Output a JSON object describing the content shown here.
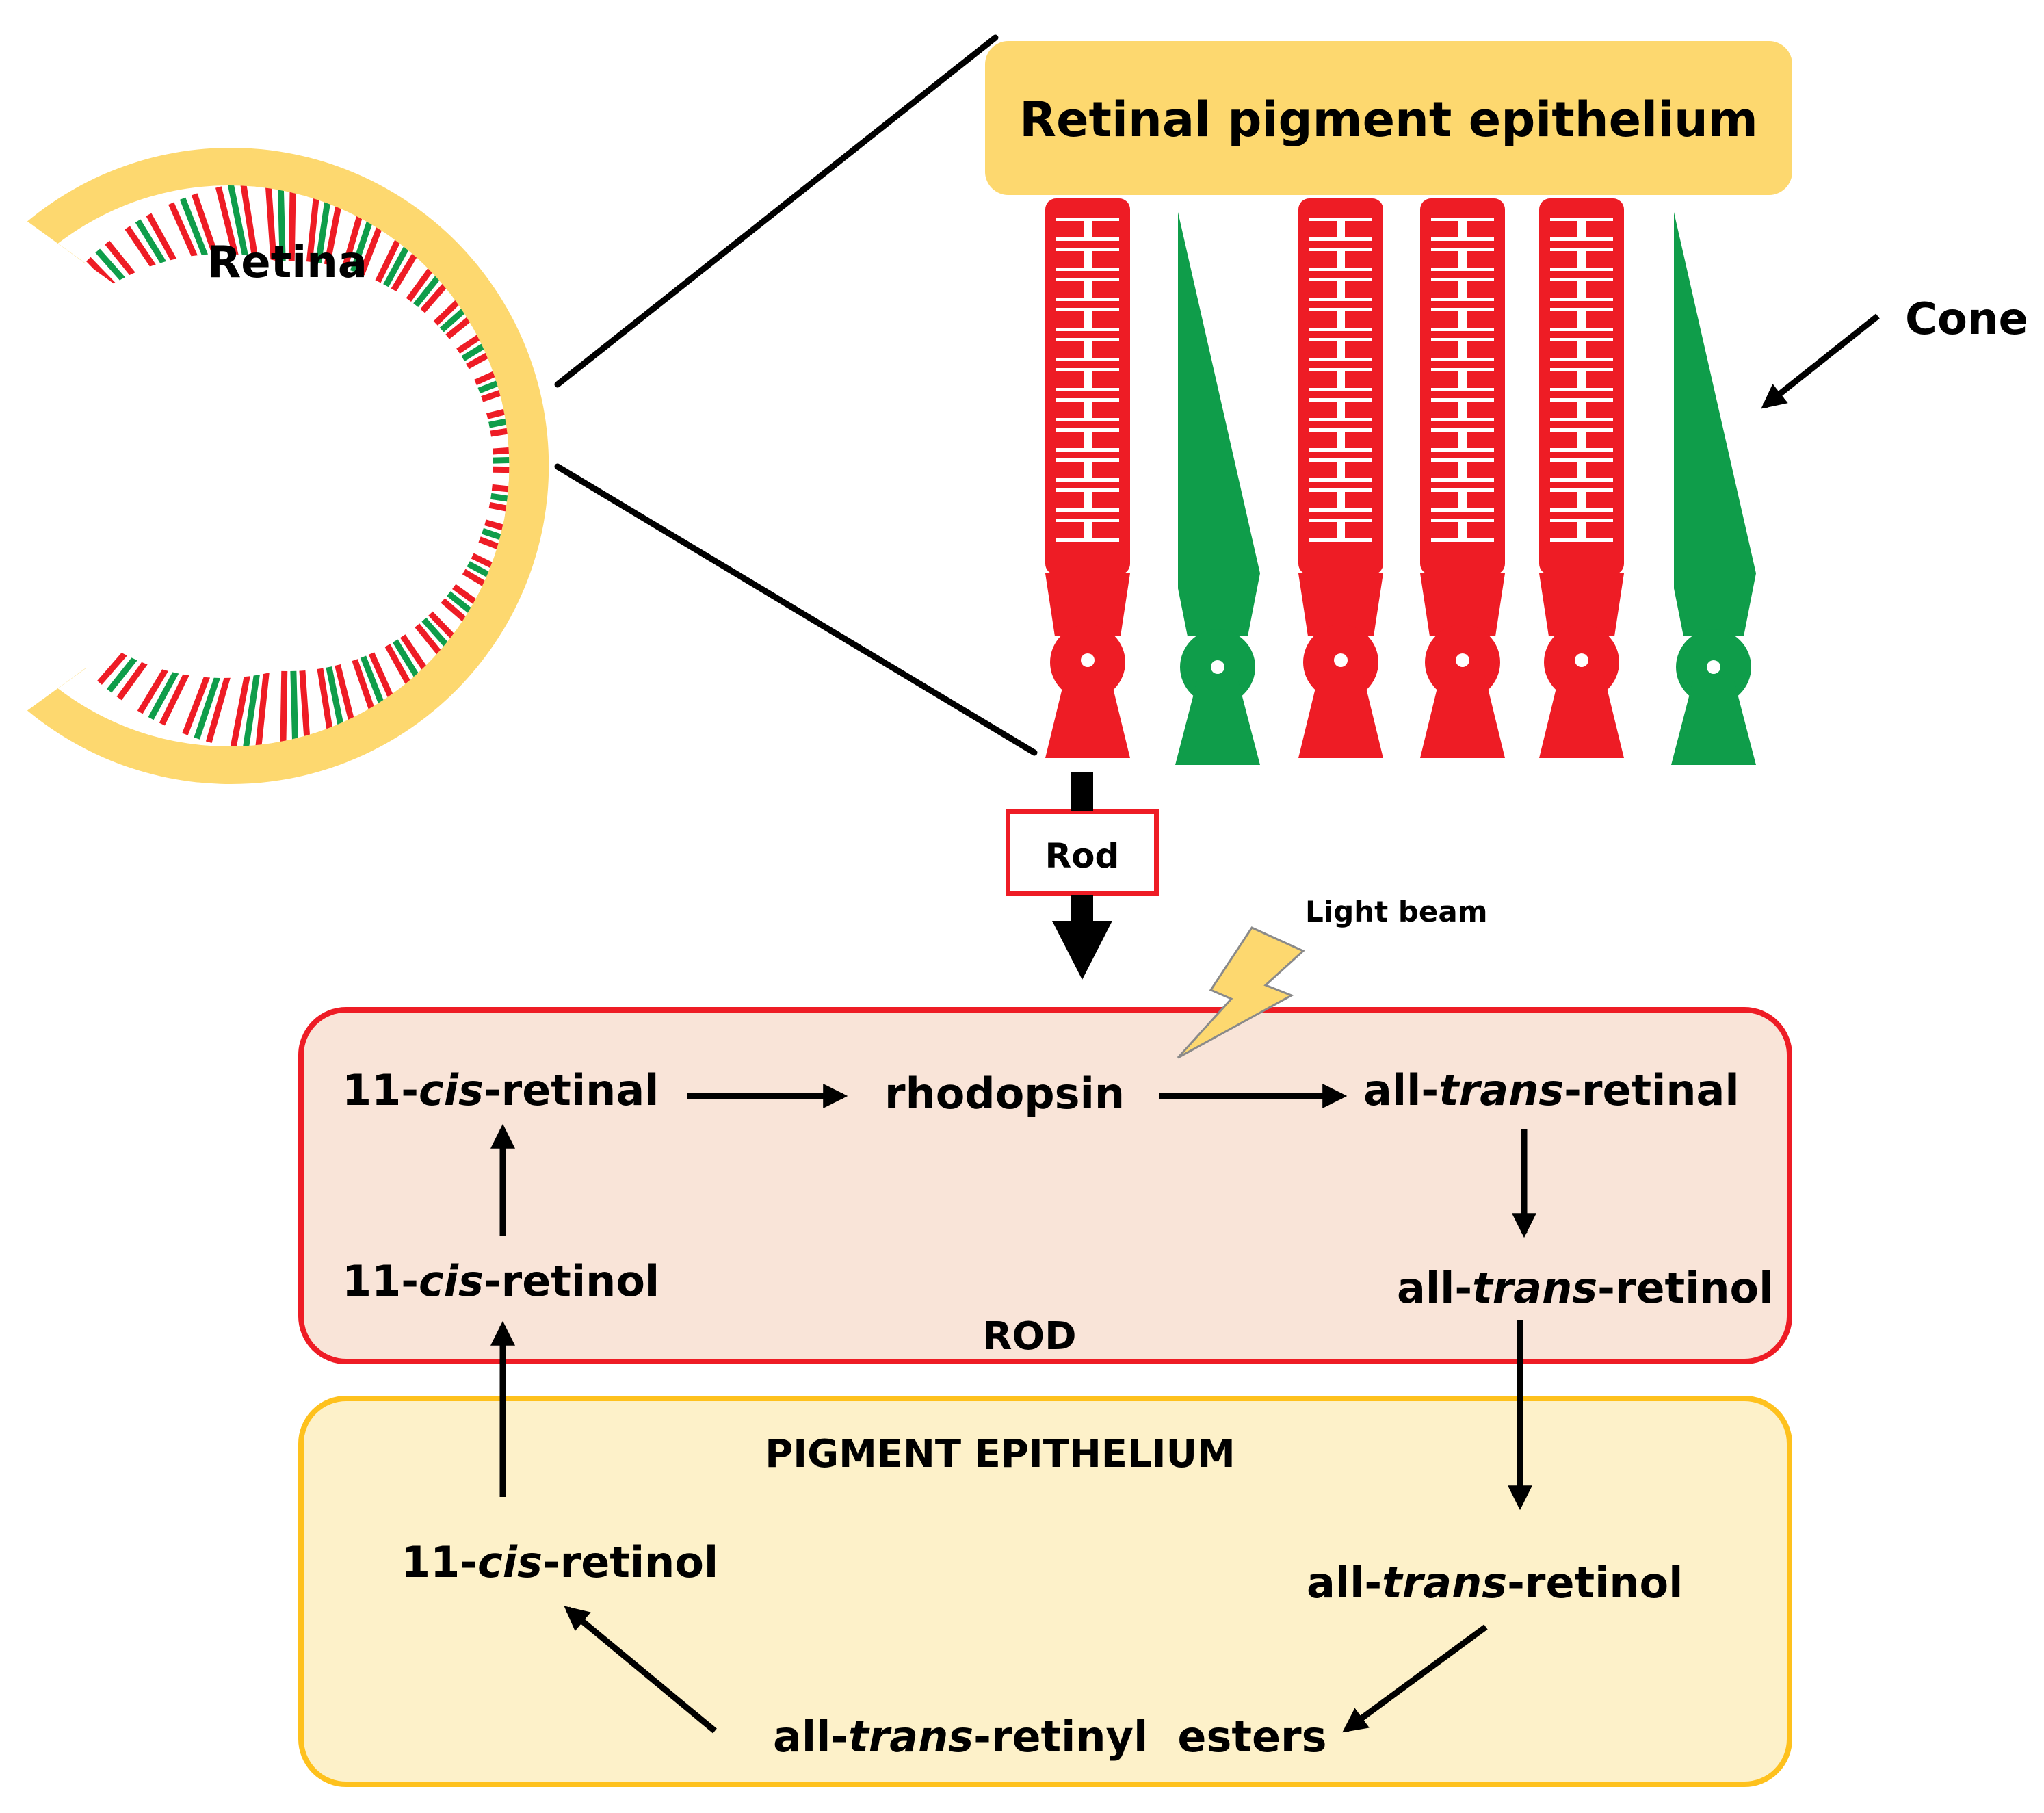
{
  "retina": {
    "label": "Retina"
  },
  "inset": {
    "epithelium_banner": "Retinal pigment epithelium",
    "cone_label": "Cone",
    "rod_label": "Rod",
    "cells": [
      "rod",
      "cone",
      "rod",
      "rod",
      "rod",
      "cone"
    ]
  },
  "light": {
    "label": "Light beam"
  },
  "rod_compartment": {
    "title": "ROD",
    "cis_retinal": {
      "num": "11-",
      "it": "cis",
      "tail": "-retinal"
    },
    "rhodopsin": "rhodopsin",
    "trans_retinal": {
      "pre": "all-",
      "it": "trans",
      "tail": "-retinal"
    },
    "trans_retinol": {
      "pre": "all-",
      "it": "trans",
      "tail": "-retinol"
    },
    "cis_retinol": {
      "num": "11-",
      "it": "cis",
      "tail": "-retinol"
    }
  },
  "pe_compartment": {
    "title": "PIGMENT EPITHELIUM",
    "cis_retinol": {
      "num": "11-",
      "it": "cis",
      "tail": "-retinol"
    },
    "trans_retinol": {
      "pre": "all-",
      "it": "trans",
      "tail": "-retinol"
    },
    "esters": {
      "pre": "all-",
      "it": "trans",
      "tail": "-retinyl  esters"
    }
  },
  "colors": {
    "rod": "#ee1c25",
    "cone": "#0f9d4a",
    "epithelium": "#fdd86f",
    "rod_box_fill": "#f9e4d8",
    "pe_box_fill": "#fdf1c9",
    "pe_box_border": "#fec11d",
    "lightning": "#fdd86f"
  }
}
